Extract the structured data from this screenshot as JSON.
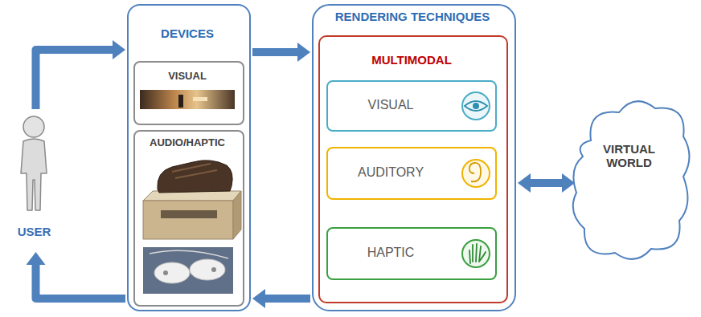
{
  "diagram": {
    "nodes": [
      {
        "text": [
          "USER"
        ]
      },
      {
        "text": [
          "DEVICES"
        ]
      },
      {
        "text": [
          "VISUAL"
        ],
        "in": 1
      },
      {
        "text": [
          "AUDIO/HAPTIC"
        ],
        "in": 1
      },
      {
        "text": [
          "RENDERING TECHNIQUES"
        ]
      },
      {
        "text": [
          "MULTIMODAL"
        ],
        "in": 4
      },
      {
        "text": [
          "VISUAL"
        ],
        "in": 5
      },
      {
        "text": [
          "AUDITORY"
        ],
        "in": 5
      },
      {
        "text": [
          "HAPTIC"
        ],
        "in": 5
      },
      {
        "text": [
          "VIRTUAL WORLD"
        ]
      }
    ],
    "edges": [
      {
        "from": 0,
        "to": 1,
        "arrow": "to"
      },
      {
        "from": 1,
        "to": 4,
        "arrow": "to"
      },
      {
        "from": 4,
        "to": 1,
        "arrow": "to"
      },
      {
        "from": 1,
        "to": 0,
        "arrow": "to"
      },
      {
        "from": 4,
        "to": 9,
        "arrow": "both"
      }
    ]
  }
}
